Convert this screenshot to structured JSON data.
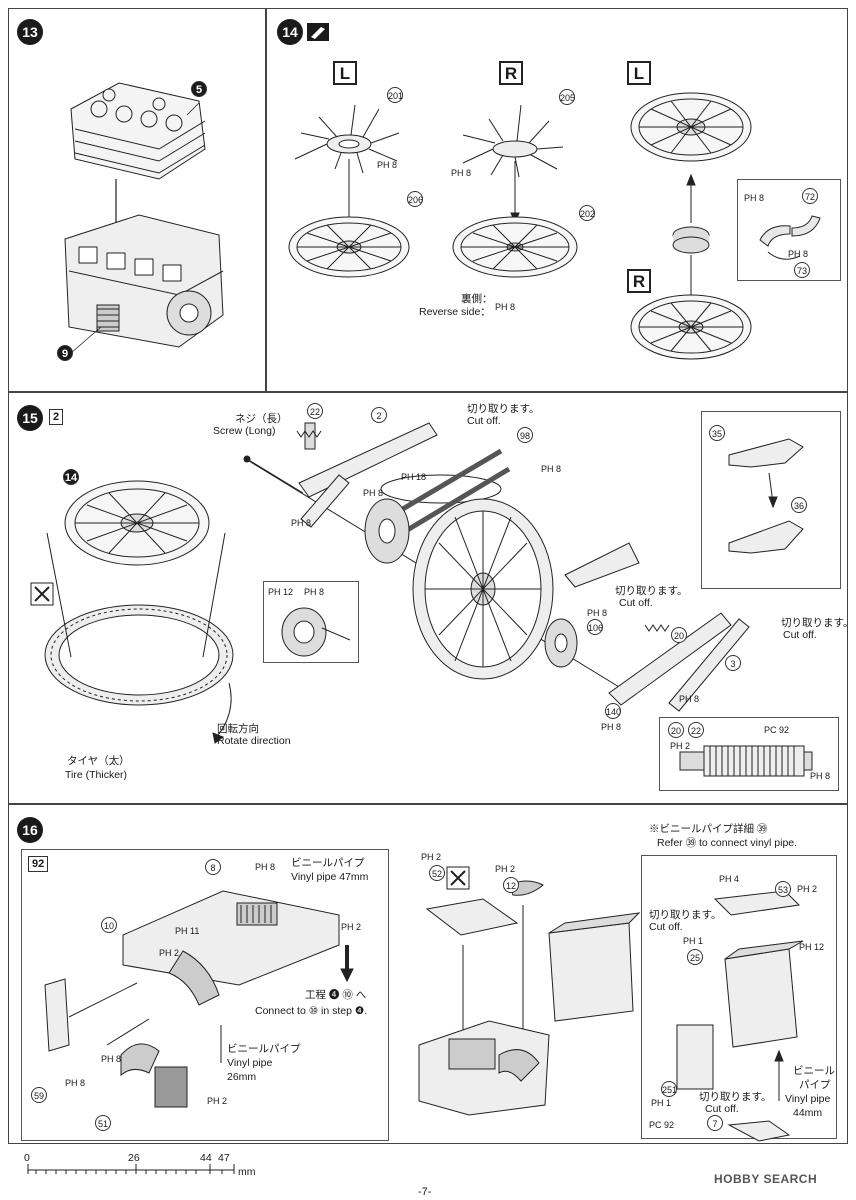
{
  "steps": {
    "s13": {
      "number": "13",
      "parts": [
        "5",
        "9"
      ]
    },
    "s14": {
      "number": "14",
      "letters": [
        "L",
        "R",
        "L",
        "R"
      ],
      "parts": [
        "201",
        "206",
        "205",
        "202",
        "72",
        "73"
      ],
      "tags": [
        "PH 8",
        "PH 8",
        "PH 8",
        "PH 8",
        "PH 8"
      ],
      "reverse_jp": "裏側：",
      "reverse_en": "Reverse side："
    },
    "s15": {
      "number": "15",
      "runner": "2",
      "parts": [
        "14",
        "22",
        "2",
        "98",
        "35",
        "36",
        "106",
        "20",
        "3",
        "140"
      ],
      "screw_jp": "ネジ（長）",
      "screw_en": "Screw (Long)",
      "cutoff_jp": "切り取ります。",
      "cutoff_en": "Cut off.",
      "rotate_jp": "回転方向",
      "rotate_en": "Rotate direction",
      "tire_jp": "タイヤ（太）",
      "tire_en": "Tire (Thicker)",
      "tags": [
        "PH 18",
        "PH 8",
        "PH 8",
        "PH 8",
        "PH 12",
        "PH 8",
        "PH 8",
        "PH 8",
        "PH 8",
        "PH 8",
        "PH 2",
        "PC 92",
        "PH 8"
      ],
      "inset_parts": [
        "20",
        "22"
      ]
    },
    "s16": {
      "number": "16",
      "runner": "92",
      "parts": [
        "8",
        "10",
        "59",
        "51",
        "52",
        "12",
        "53",
        "25",
        "251",
        "7"
      ],
      "vinyl47_jp": "ビニールパイプ",
      "vinyl47_en": "Vinyl pipe 47mm",
      "step_jp": "工程 ❹ ⑩ へ",
      "step_en": "Connect to ⑩ in step ❹.",
      "vinyl26_jp": "ビニールパイプ",
      "vinyl26_en1": "Vinyl pipe",
      "vinyl26_en2": "26mm",
      "refer_jp": "※ビニールパイプ詳細 ㊴",
      "refer_en": "Refer ㊴ to connect vinyl pipe.",
      "vinyl44_jp1": "ビニール",
      "vinyl44_jp2": "パイプ",
      "vinyl44_en1": "Vinyl pipe",
      "vinyl44_en2": "44mm",
      "cutoff_jp": "切り取ります。",
      "cutoff_en": "Cut off.",
      "tags": [
        "PH 8",
        "PH 11",
        "PH 2",
        "PH 2",
        "PH 8",
        "PH 8",
        "PH 2",
        "PH 2",
        "PH 2",
        "PH 4",
        "PH 2",
        "PH 1",
        "PH 12",
        "PH 1",
        "PC 92"
      ]
    }
  },
  "ruler": {
    "ticks": [
      "0",
      "26",
      "44",
      "47"
    ],
    "unit": "mm"
  },
  "page_number": "-7-",
  "watermark": "HOBBY SEARCH"
}
